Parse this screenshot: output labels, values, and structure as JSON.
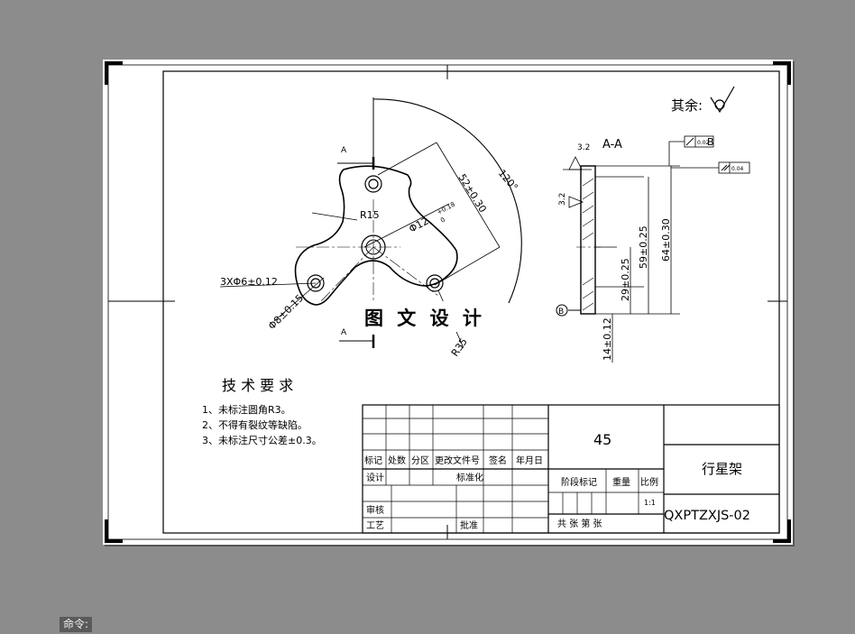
{
  "command_prompt": "命令:",
  "surface_note": "其余:",
  "section_label": "A-A",
  "section_roughness": "3.2",
  "face_roughness": "3.2",
  "cut_marker_top": "A",
  "cut_marker_bottom": "A",
  "angle_dim": "120°",
  "dim_chord": "52±0.30",
  "dim_r15": "R15",
  "dim_phi12": "Φ12",
  "dim_phi12_tol_upper": "+0.18",
  "dim_phi12_tol_lower": "0",
  "dim_holes": "3XΦ6±0.12",
  "dim_phi8": "Φ8±0.15",
  "dim_r35": "R35",
  "watermark": "图 文 设 计",
  "dim_64": "64±0.30",
  "dim_59": "59±0.25",
  "dim_29": "29±0.25",
  "dim_14": "14±0.12",
  "tol_flatness": "0.02",
  "tol_datum": "B",
  "tol_parallel": "0.04",
  "datum_label": "B",
  "tech_req": {
    "title": "技 术 要 求",
    "items": [
      "1、未标注圆角R3。",
      "2、不得有裂纹等缺陷。",
      "3、未标注尺寸公差±0.3。"
    ]
  },
  "title_block": {
    "material": "45",
    "part_name": "行星架",
    "drawing_no": "QXPTZXJS-02",
    "headers": [
      "标记",
      "处数",
      "分区",
      "更改文件号",
      "签名",
      "年月日"
    ],
    "design": "设计",
    "standardize": "标准化",
    "stage_mark": "阶段标记",
    "weight": "重量",
    "scale_label": "比例",
    "scale": "1:1",
    "review": "审核",
    "process": "工艺",
    "approve": "批准",
    "sheet_info": "共   张 第   张"
  }
}
